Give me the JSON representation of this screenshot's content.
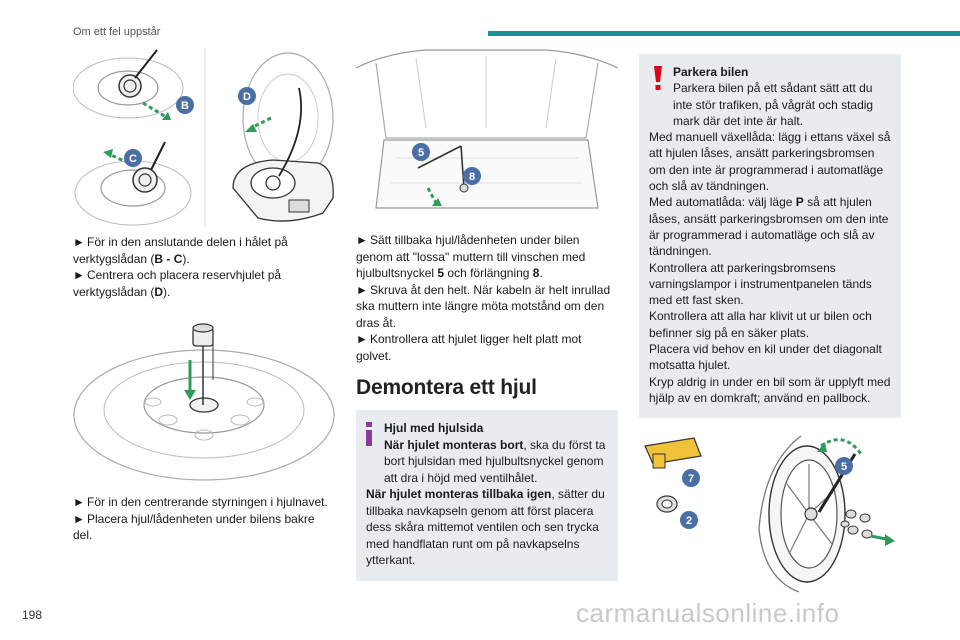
{
  "header": {
    "title": "Om ett fel uppstår",
    "accent_color": "#1b8f9a"
  },
  "page_number": "198",
  "watermark": "carmanualsonline.info",
  "col1": {
    "fig1_labels": {
      "b": "B",
      "c": "C",
      "d": "D"
    },
    "para1": [
      {
        "text": "För in den anslutande delen i hålet på verktygslådan (",
        "bold": "B - C",
        "tail": ")."
      },
      {
        "text": "Centrera och placera reservhjulet på verktygslådan (",
        "bold": "D",
        "tail": ")."
      }
    ],
    "para2": [
      "För in den centrerande styrningen i hjulnavet.",
      "Placera hjul/lådenheten under bilens bakre del."
    ]
  },
  "col2": {
    "fig_labels": {
      "five": "5",
      "eight": "8"
    },
    "para1_line1": "Sätt tillbaka hjul/lådenheten under bilen genom att \"lossa\" muttern till vinschen med hjulbultsnyckel ",
    "para1_b1": "5",
    "para1_mid": " och förlängning ",
    "para1_b2": "8",
    "para1_end": ".",
    "para1_line2": "Skruva åt den helt. När kabeln är helt inrullad ska muttern inte längre möta motstånd om den dras åt.",
    "para1_line3": "Kontrollera att hjulet ligger helt platt mot golvet.",
    "heading": "Demontera ett hjul",
    "info": {
      "title": "Hjul med hjulsida",
      "b1": "När hjulet monteras bort",
      "t1": ", ska du först ta bort hjulsidan med hjulbultsnyckel genom att dra i höjd med ventilhålet.",
      "b2": "När hjulet monteras tillbaka igen",
      "t2": ", sätter du tillbaka navkapseln genom att först placera dess skåra mittemot ventilen och sen trycka med handflatan runt om på navkapselns ytterkant."
    }
  },
  "col3": {
    "warn": {
      "title": "Parkera bilen",
      "line1": "Parkera bilen på ett sådant sätt att du inte stör trafiken, på vågrät och stadig mark där det inte är halt.",
      "line2": "Med manuell växellåda: lägg i ettans växel så att hjulen låses, ansätt parkeringsbromsen om den inte är programmerad i automatläge och slå av tändningen.",
      "line3a": "Med automatlåda: välj läge ",
      "line3b": "P",
      "line3c": " så att hjulen låses, ansätt parkeringsbromsen om den inte är programmerad i automatläge och slå av tändningen.",
      "line4": "Kontrollera att parkeringsbromsens varningslampor i instrumentpanelen tänds med ett fast sken.",
      "line5": "Kontrollera att alla har klivit ut ur bilen och befinner sig på en säker plats.",
      "line6": "Placera vid behov en kil under det diagonalt motsatta hjulet.",
      "line7": "Kryp aldrig in under en bil som är upplyft med hjälp av en domkraft; använd en pallbock."
    },
    "fig_labels": {
      "seven": "7",
      "five": "5",
      "two": "2"
    }
  },
  "colors": {
    "badge": "#4a6fa5",
    "green": "#2e9b5c",
    "warn_red": "#e2001a",
    "info_purple": "#8a3b97"
  }
}
